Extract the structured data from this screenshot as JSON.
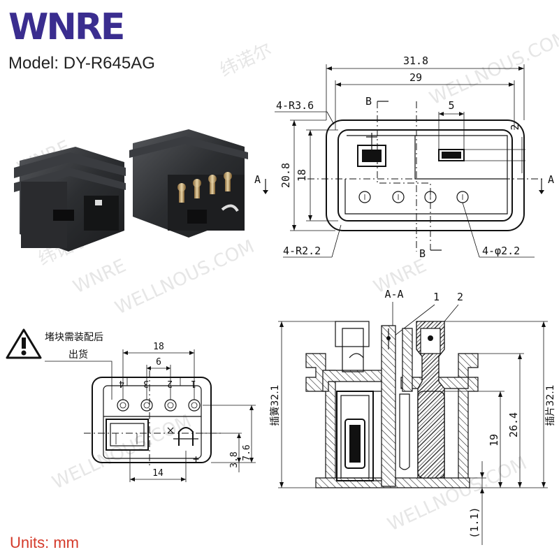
{
  "brand": {
    "logo_text": "WNRE",
    "logo_color": "#3a2d8f"
  },
  "model": "Model: DY-R645AG",
  "units": "Units: mm",
  "units_color": "#d43a2a",
  "watermark": {
    "brand": "WNRE",
    "site": "WELLNOUS.COM",
    "cn": "纬诺尔"
  },
  "top_view": {
    "dim_overall_width": "31.8",
    "dim_inner_width": "29",
    "dim_slot_width": "5",
    "dim_slot_height": "2",
    "dim_overall_height": "20.8",
    "dim_inner_height": "18",
    "radius_outer": "4-R3.6",
    "radius_inner": "4-R2.2",
    "holes": "4-φ2.2",
    "section_b_top": "B",
    "section_b_bottom": "B",
    "section_a_left": "A",
    "section_a_right": "A"
  },
  "front_view": {
    "warning_line1": "堵块需装配后",
    "warning_line2": "出货",
    "dim_pitch_total": "18",
    "dim_pitch": "6",
    "pin_labels": [
      "4",
      "3",
      "2",
      "1"
    ],
    "dim_bottom": "14",
    "dim_76": "7.6",
    "dim_38": "3.8",
    "minus": "-",
    "plus": "+"
  },
  "section_view": {
    "title": "A-A",
    "callout_1": "1",
    "callout_2": "2",
    "left_height": "插簧32.1",
    "right_height": "插片32.1",
    "dim_264": "26.4",
    "dim_19": "19",
    "dim_11": "(1.1)"
  }
}
